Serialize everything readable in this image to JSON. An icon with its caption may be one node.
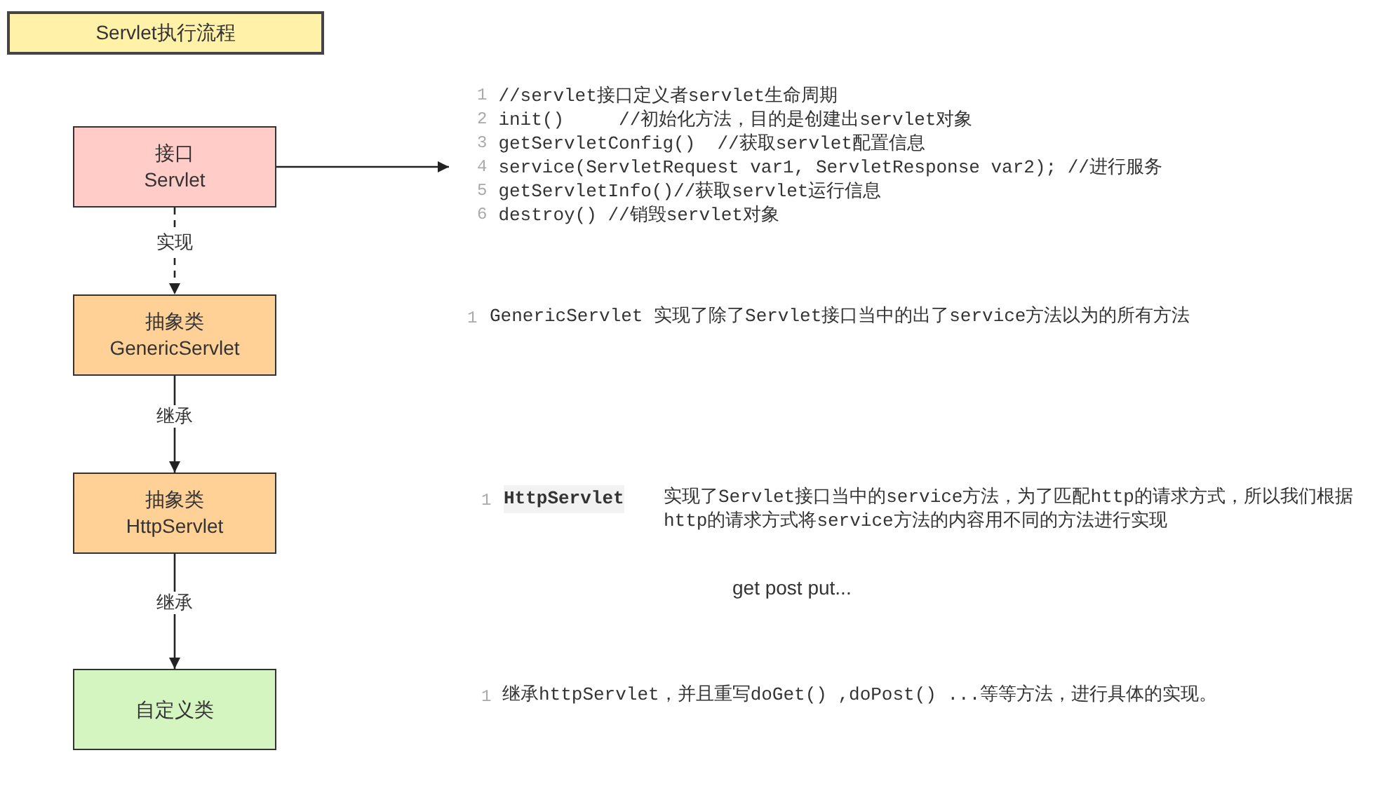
{
  "diagram": {
    "title": "Servlet执行流程",
    "nodes": [
      {
        "text": [
          "接口",
          "Servlet"
        ]
      },
      {
        "text": [
          "抽象类",
          "GenericServlet"
        ]
      },
      {
        "text": [
          "抽象类",
          "HttpServlet"
        ]
      },
      {
        "text": [
          "自定义类"
        ]
      },
      {
        "text": [
          "//servlet接口定义者servlet生命周期",
          "init()     //初始化方法，目的是创建出servlet对象",
          "getServletConfig()  //获取servlet配置信息",
          "service(ServletRequest var1, ServletResponse var2); //进行服务",
          "getServletInfo()//获取servlet运行信息",
          "destroy() //销毁servlet对象"
        ],
        "beside": [
          "1",
          "2",
          "3",
          "4",
          "5",
          "6"
        ]
      }
    ],
    "edges": [
      {
        "from": 0,
        "to": 1,
        "arrow": "to",
        "label": "实现",
        "style": "dashed"
      },
      {
        "from": 1,
        "to": 2,
        "arrow": "to",
        "label": "继承"
      },
      {
        "from": 2,
        "to": 3,
        "arrow": "to",
        "label": "继承"
      },
      {
        "from": 0,
        "to": 4,
        "arrow": "to"
      }
    ],
    "labels": [
      "1",
      "GenericServlet 实现了除了Servlet接口当中的出了service方法以为的所有方法",
      "1",
      "HttpServlet",
      "实现了Servlet接口当中的service方法，为了匹配http的请求方式，所以我们根据http的请求方式将service方法的内容用不同的方法进行实现",
      "get post put...",
      "1",
      "继承httpServlet，并且重写doGet() ,doPost() ...等等方法，进行具体的实现。"
    ]
  }
}
